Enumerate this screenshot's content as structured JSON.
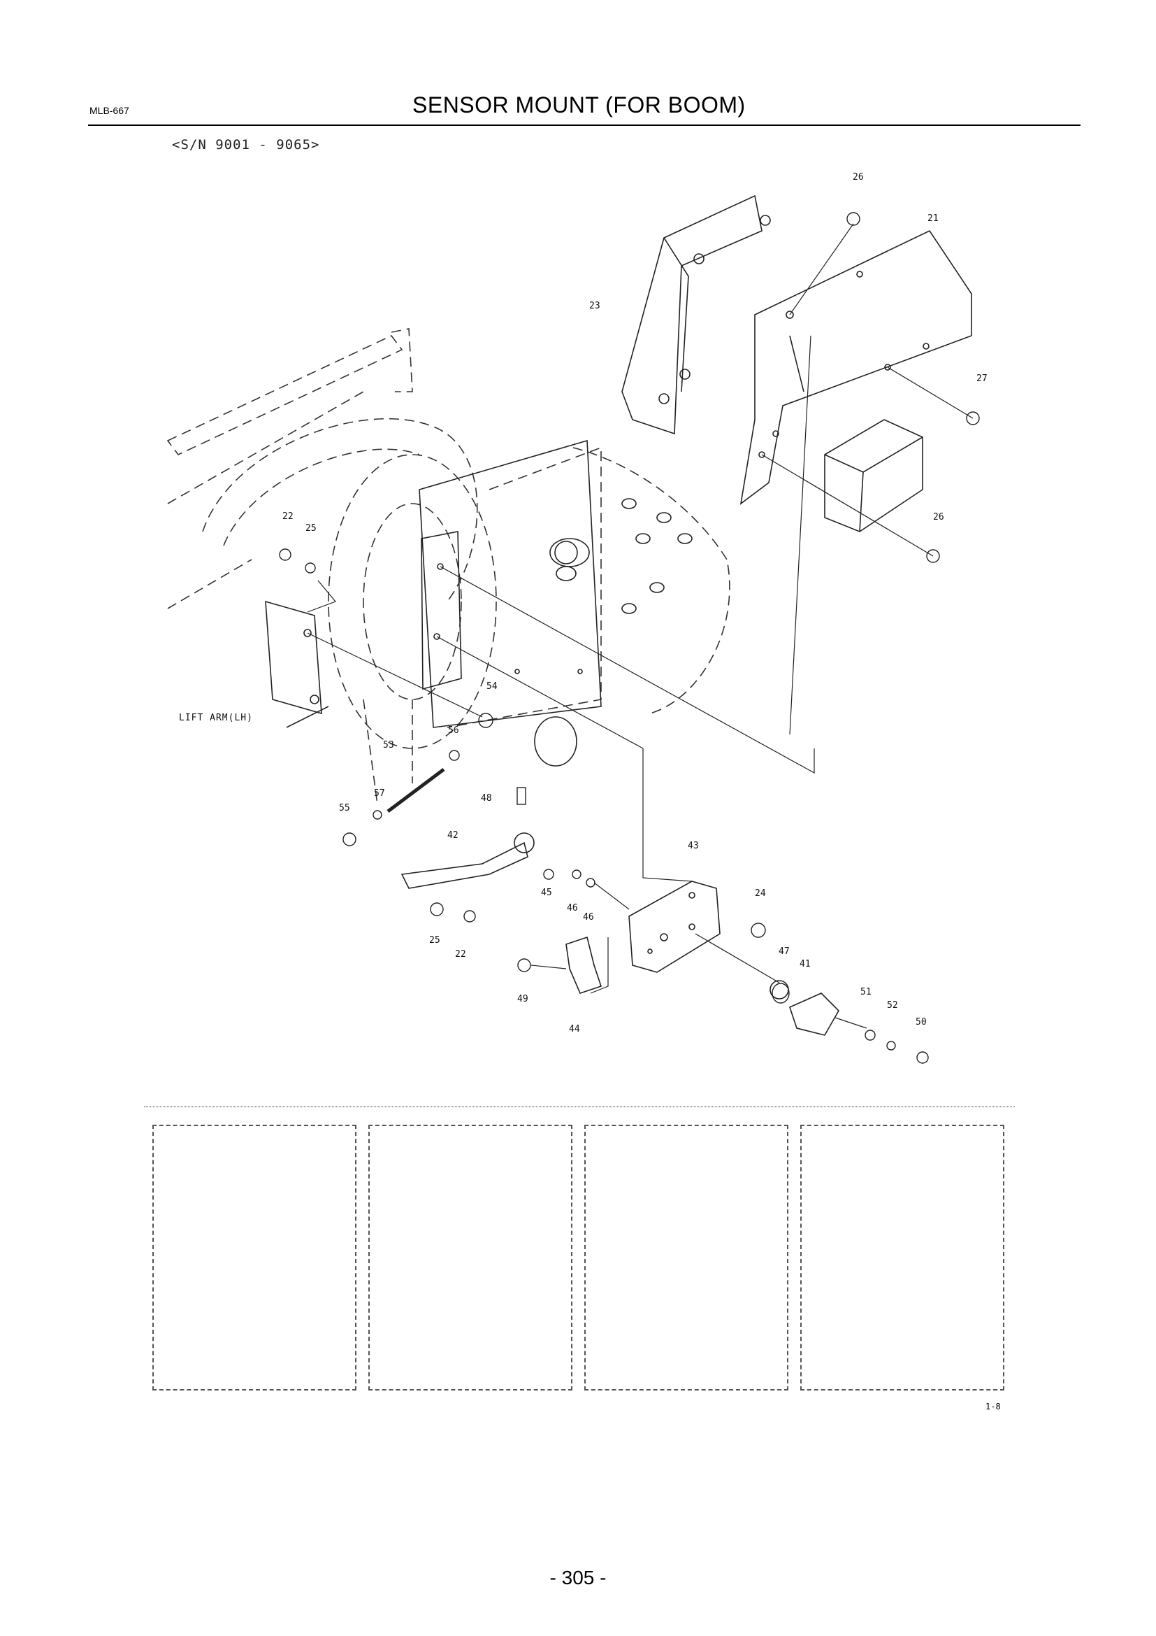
{
  "header": {
    "doc_code": "MLB-667",
    "title": "SENSOR MOUNT (FOR BOOM)",
    "serial_range": "<S/N 9001 - 9065>"
  },
  "diagram": {
    "annotation": "LIFT ARM(LH)",
    "part_labels": [
      "26",
      "21",
      "23",
      "27",
      "26",
      "22",
      "25",
      "54",
      "56",
      "53",
      "57",
      "55",
      "48",
      "42",
      "45",
      "46",
      "46",
      "43",
      "24",
      "25",
      "22",
      "49",
      "44",
      "47",
      "41",
      "51",
      "52",
      "50"
    ]
  },
  "figure_ref": "1-8",
  "page_number": "- 305 -",
  "empty_boxes": 4
}
